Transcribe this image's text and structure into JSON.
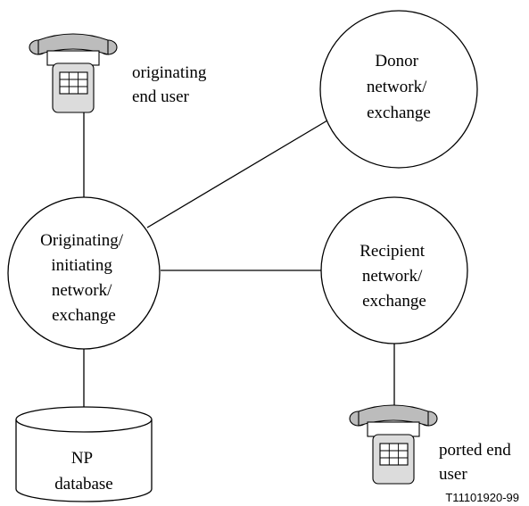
{
  "nodes": {
    "originating_user": {
      "lines": [
        "originating",
        "end user"
      ]
    },
    "donor": {
      "lines": [
        "Donor",
        "network/",
        "exchange"
      ]
    },
    "originating": {
      "lines": [
        "Originating/",
        "initiating",
        "network/",
        "exchange"
      ]
    },
    "recipient": {
      "lines": [
        "Recipient",
        "network/",
        "exchange"
      ]
    },
    "np_database": {
      "lines": [
        "NP",
        "database"
      ]
    },
    "ported_user": {
      "lines": [
        "ported end",
        "user"
      ]
    }
  },
  "figure_ref": "T11101920-99",
  "icons": {
    "telephone": "telephone-icon",
    "database": "database-cylinder-icon"
  },
  "colors": {
    "stroke": "#000000",
    "phone_body": "#dcdcdc",
    "phone_dark": "#bcbcbc",
    "background": "#ffffff"
  }
}
